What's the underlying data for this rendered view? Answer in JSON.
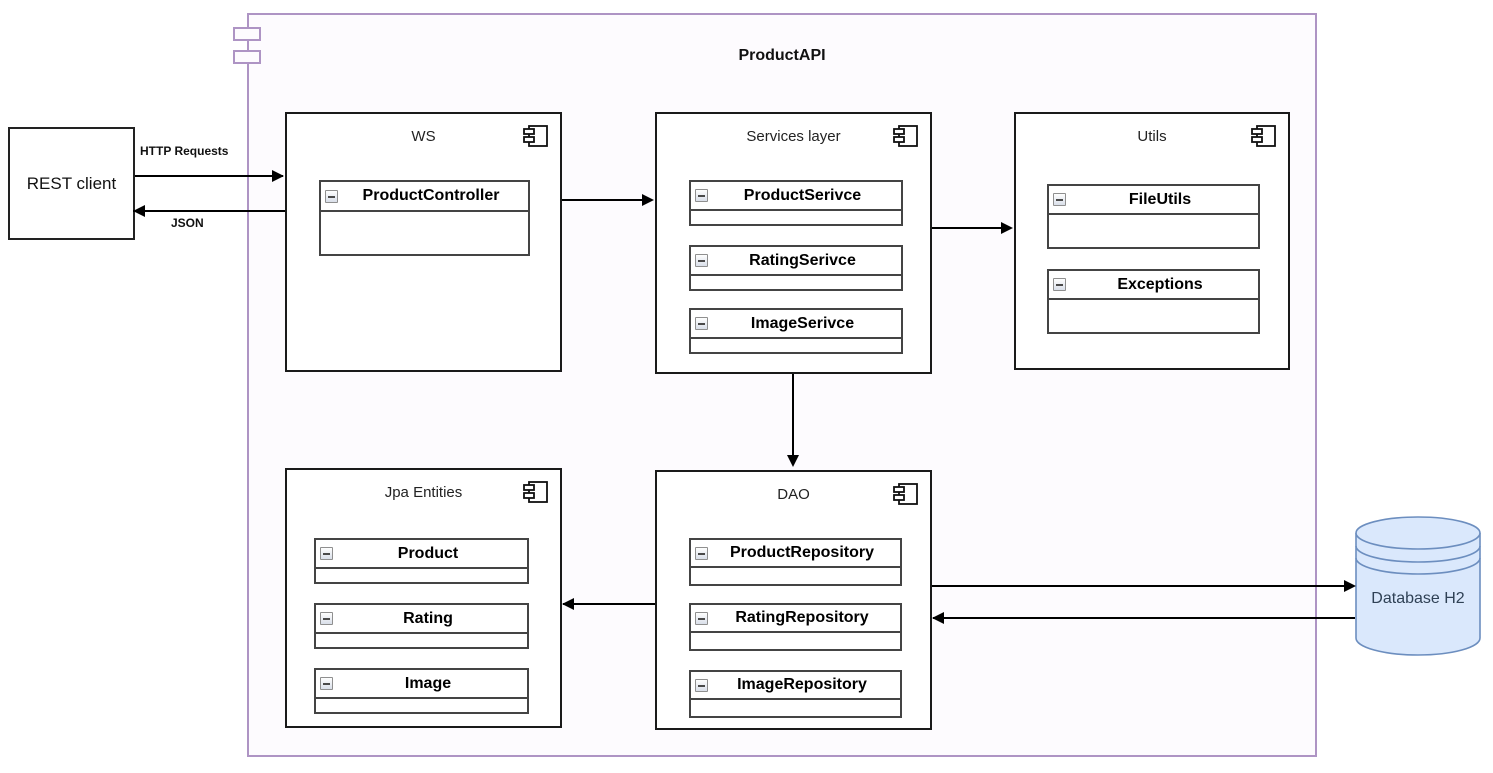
{
  "frame": {
    "title": "ProductAPI"
  },
  "external": {
    "rest_client_label": "REST client",
    "database_label": "Database H2"
  },
  "connections": {
    "http_label": "HTTP Requests",
    "json_label": "JSON"
  },
  "components": {
    "ws": {
      "title": "WS",
      "classes": [
        "ProductController"
      ]
    },
    "services": {
      "title": "Services layer",
      "classes": [
        "ProductSerivce",
        "RatingSerivce",
        "ImageSerivce"
      ]
    },
    "utils": {
      "title": "Utils",
      "classes": [
        "FileUtils",
        "Exceptions"
      ]
    },
    "jpa": {
      "title": "Jpa Entities",
      "classes": [
        "Product",
        "Rating",
        "Image"
      ]
    },
    "dao": {
      "title": "DAO",
      "classes": [
        "ProductRepository",
        "RatingRepository",
        "ImageRepository"
      ]
    }
  },
  "colors": {
    "frame_border": "#ae94c4",
    "frame_fill": "#fdfbfe",
    "node_border": "#1a1a1a",
    "class_border": "#444444",
    "line": "#000000",
    "db_fill": "#dae8fc",
    "db_stroke": "#6c8ebf",
    "db_text": "#2f4155"
  }
}
